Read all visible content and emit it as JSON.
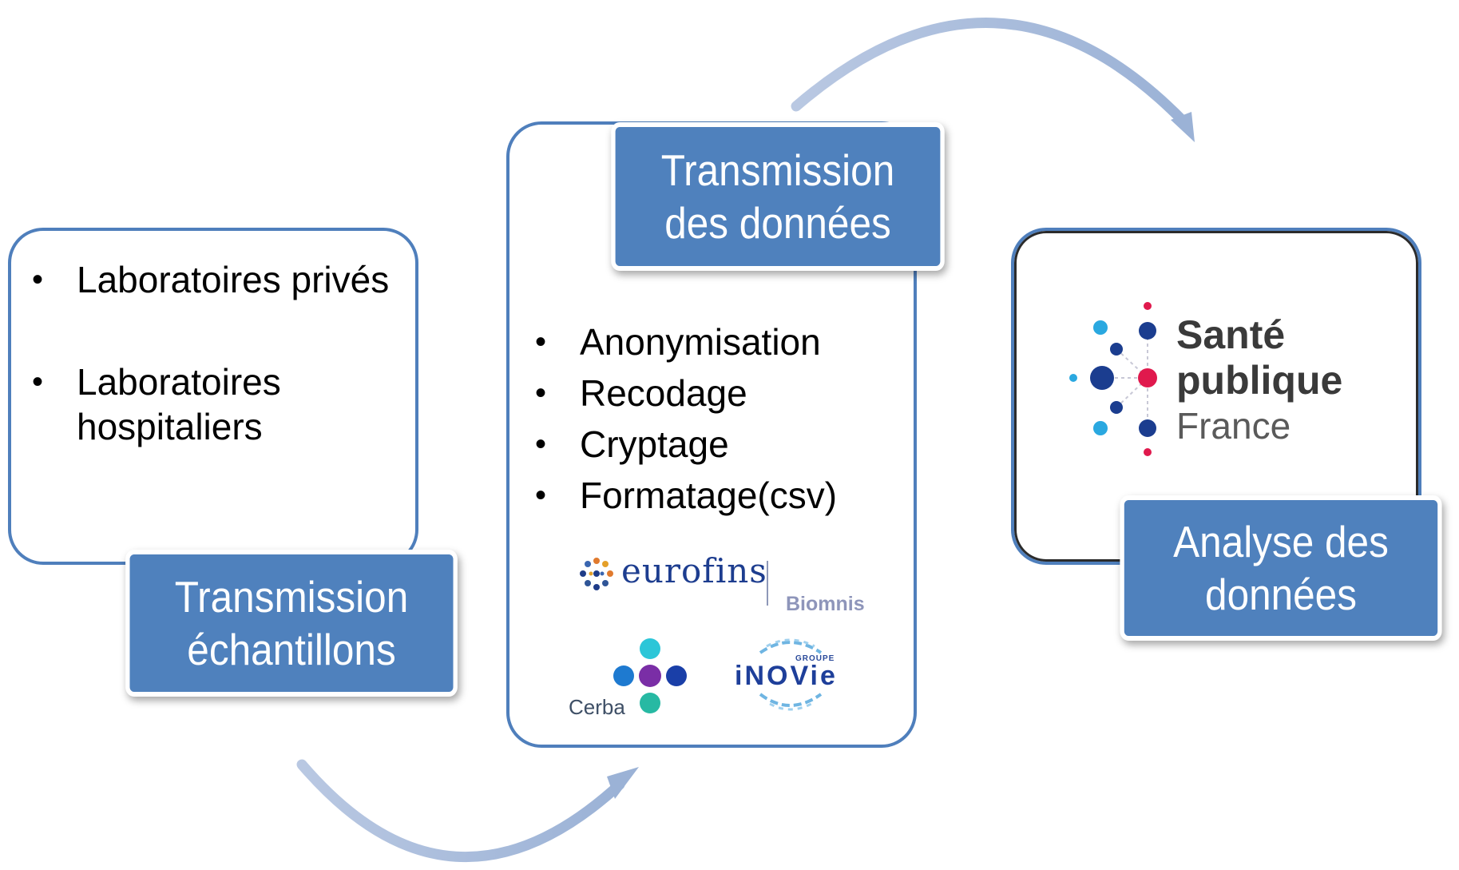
{
  "left": {
    "items": [
      "Laboratoires privés",
      "Laboratoires hospitaliers"
    ],
    "label_lines": [
      "Transmission",
      "échantillons"
    ]
  },
  "middle": {
    "label_lines": [
      "Transmission",
      "des données"
    ],
    "items": [
      "Anonymisation",
      "Recodage",
      "Cryptage",
      "Formatage(csv)"
    ],
    "logos": {
      "eurofins": "eurofins",
      "biomnis": "Biomnis",
      "cerba": "Cerba",
      "inovie_group": "GROUPE",
      "inovie": "iNOVie"
    }
  },
  "right": {
    "logo_lines": [
      "Santé",
      "publique",
      "France"
    ],
    "label_lines": [
      "Analyse des",
      "données"
    ]
  },
  "colors": {
    "box_fill": "#4f81bd",
    "border": "#4f7fbc",
    "arrow": "#a9bdd9"
  }
}
